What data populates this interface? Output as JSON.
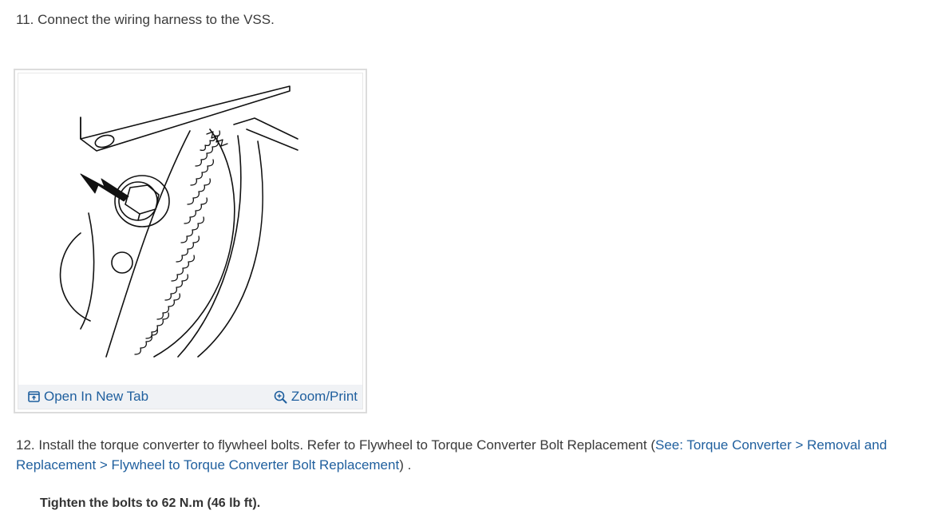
{
  "step11": {
    "number": "11.",
    "text": "Connect the wiring harness to the VSS."
  },
  "figure": {
    "open_label": "Open In New Tab",
    "zoom_label": "Zoom/Print",
    "open_icon": "open-new-tab-icon",
    "zoom_icon": "zoom-in-icon"
  },
  "step12": {
    "number": "12.",
    "text_before": "Install the torque converter to flywheel bolts. Refer to Flywheel to Torque Converter Bolt Replacement (",
    "link_see": "See: Torque Converter",
    "sep1": " > ",
    "link_removal": "Removal and Replacement",
    "sep2": " > ",
    "link_flywheel": "Flywheel to Torque Converter Bolt Replacement",
    "text_after": ") ."
  },
  "note": {
    "text": "Tighten the bolts to 62 N.m (46 lb ft)."
  },
  "colors": {
    "link": "#1f5f9e",
    "text": "#3a3a3a",
    "toolbar_bg": "#f0f2f5"
  }
}
